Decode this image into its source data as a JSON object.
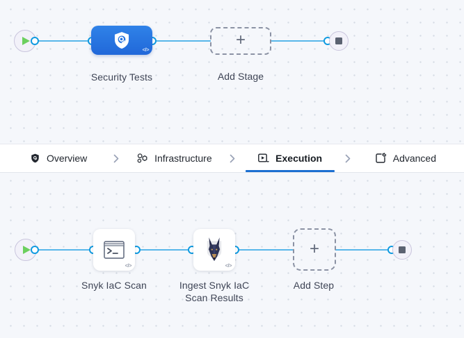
{
  "stage_pipeline": {
    "stages": [
      {
        "label": "Security Tests",
        "icon": "security-shield-icon"
      }
    ],
    "add_label": "Add Stage"
  },
  "tab_bar": {
    "items": [
      {
        "label": "Overview",
        "icon": "overview-shield-icon",
        "active": false
      },
      {
        "label": "Infrastructure",
        "icon": "infrastructure-nodes-icon",
        "active": false
      },
      {
        "label": "Execution",
        "icon": "execution-play-icon",
        "active": true
      },
      {
        "label": "Advanced",
        "icon": "advanced-settings-icon",
        "active": false
      }
    ]
  },
  "step_pipeline": {
    "steps": [
      {
        "label": "Snyk IaC Scan",
        "icon": "terminal-icon"
      },
      {
        "label": "Ingest Snyk IaC Scan Results",
        "icon": "snyk-doberman-icon"
      }
    ],
    "add_label": "Add Step"
  },
  "glyphs": {
    "plus": "+",
    "code": "</>"
  },
  "colors": {
    "accent_blue": "#1b6fd1",
    "edge_blue": "#58b7ea",
    "port_blue": "#0f9ae0",
    "stage_blue": "#2b79e3",
    "play_green": "#6ccf5e",
    "node_label": "#3e4455"
  }
}
